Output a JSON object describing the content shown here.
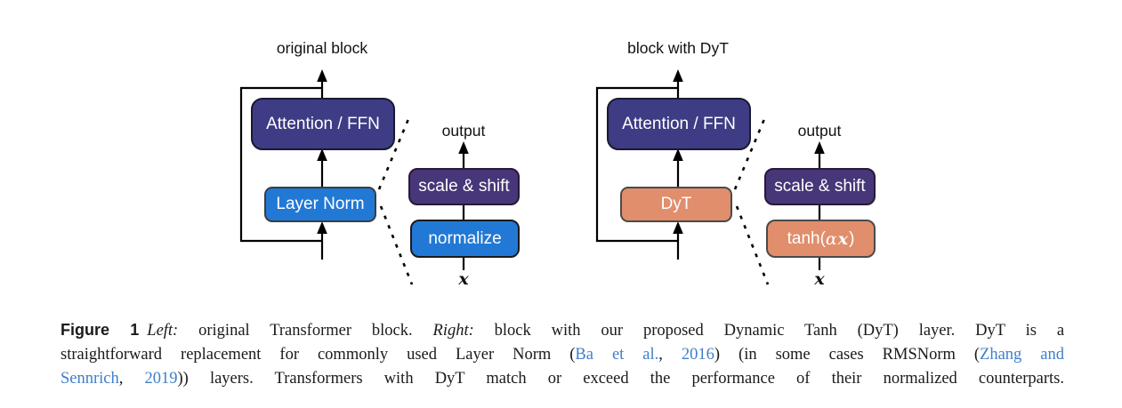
{
  "colors": {
    "box-indigo": "#3e3c84",
    "box-purple": "#473678",
    "box-blue": "#2278d5",
    "box-orange": "#e08e6c",
    "link-blue": "#3f7fc9",
    "line-black": "#000000"
  },
  "figure": {
    "left": {
      "title": "original block",
      "attention_box": "Attention / FFN",
      "norm_box": "Layer Norm",
      "detail": {
        "output_label": "output",
        "scale_shift_box": "scale & shift",
        "op_box": "normalize",
        "input_label": "x"
      }
    },
    "right": {
      "title": "block with DyT",
      "attention_box": "Attention / FFN",
      "norm_box": "DyT",
      "detail": {
        "output_label": "output",
        "scale_shift_box": "scale & shift",
        "op_prefix": "tanh(",
        "op_alpha": "α",
        "op_x": "x",
        "op_suffix": ")",
        "input_label": "x"
      }
    }
  },
  "caption": {
    "line1": {
      "fig_label": "Figure 1",
      "left_italic": "Left:",
      "seg1": "original Transformer block.",
      "right_italic": "Right:",
      "seg2": "block with our proposed Dynamic Tanh (DyT) layer. DyT is a"
    },
    "line2": {
      "seg1": "straightforward replacement for commonly used Layer Norm (",
      "link_ba": "Ba et al.",
      "comma1": ", ",
      "link_2016": "2016",
      "seg2": ") (in some cases RMSNorm (",
      "link_zhang": "Zhang and"
    },
    "line3": {
      "link_sennrich": "Sennrich",
      "comma2": ", ",
      "link_2019": "2019",
      "seg1": ")) layers. Transformers with DyT match or exceed the performance of their normalized counterparts."
    }
  }
}
